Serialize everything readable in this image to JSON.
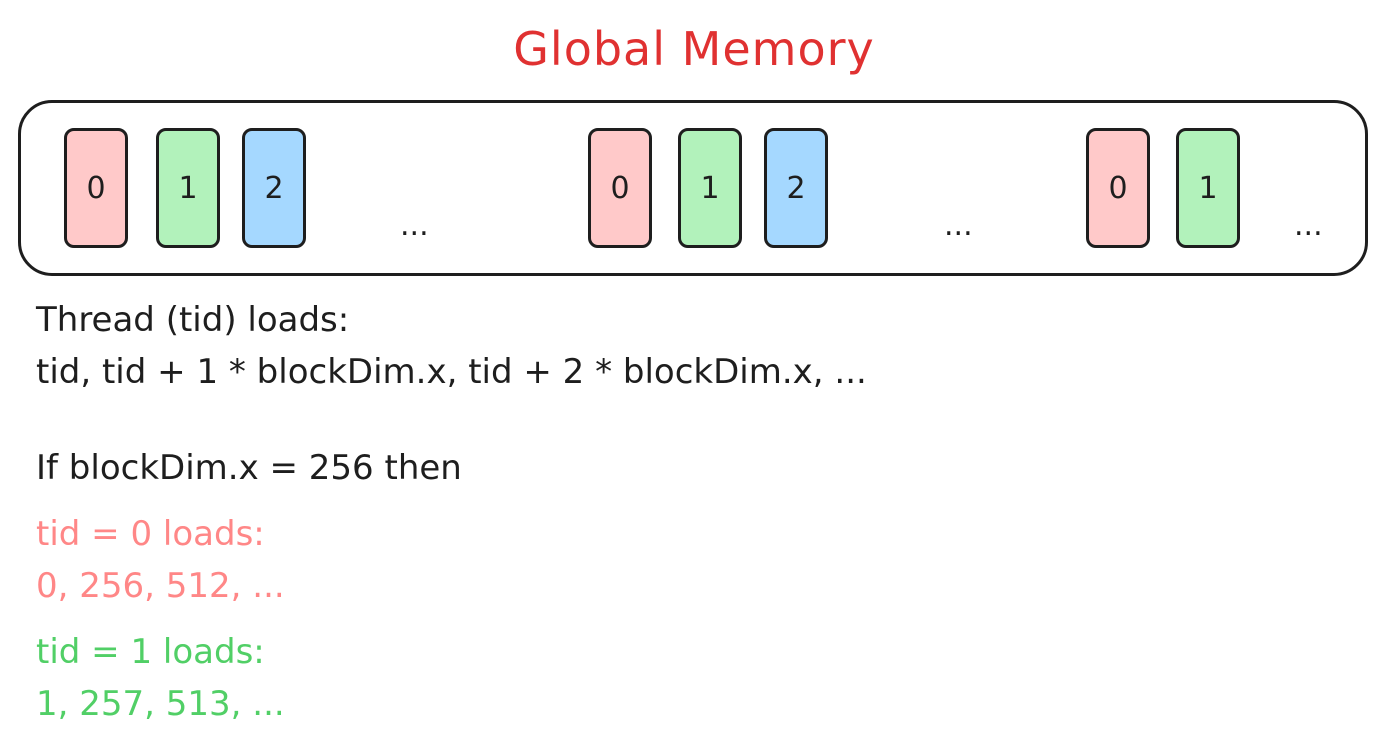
{
  "title": "Global Memory",
  "memory_groups": [
    {
      "cells": [
        {
          "label": "0",
          "color": "#ffc9c9"
        },
        {
          "label": "1",
          "color": "#b2f2bb"
        },
        {
          "label": "2",
          "color": "#a5d8ff"
        }
      ],
      "trailing": "..."
    },
    {
      "cells": [
        {
          "label": "0",
          "color": "#ffc9c9"
        },
        {
          "label": "1",
          "color": "#b2f2bb"
        },
        {
          "label": "2",
          "color": "#a5d8ff"
        }
      ],
      "trailing": "..."
    },
    {
      "cells": [
        {
          "label": "0",
          "color": "#ffc9c9"
        },
        {
          "label": "1",
          "color": "#b2f2bb"
        }
      ],
      "trailing": "..."
    }
  ],
  "description": {
    "line1": "Thread (tid) loads:",
    "line2": "tid, tid + 1 * blockDim.x, tid + 2 * blockDim.x, ...",
    "condition": "If blockDim.x = 256 then"
  },
  "examples": [
    {
      "heading": "tid = 0 loads:",
      "values": "0, 256, 512, ...",
      "color": "#ff8787"
    },
    {
      "heading": "tid = 1 loads:",
      "values": "1, 257, 513, ...",
      "color": "#51cf66"
    }
  ],
  "colors": {
    "title": "#e03131",
    "stroke": "#1e1e1e",
    "red_fill": "#ffc9c9",
    "green_fill": "#b2f2bb",
    "blue_fill": "#a5d8ff"
  }
}
